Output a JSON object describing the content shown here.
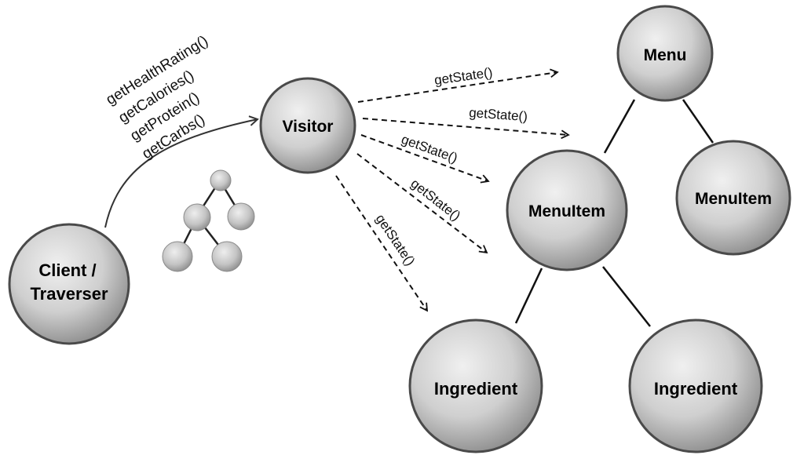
{
  "nodes": {
    "menu": "Menu",
    "menuitem_left": "MenuItem",
    "menuitem_right": "MenuItem",
    "visitor": "Visitor",
    "client_line1": "Client /",
    "client_line2": "Traverser",
    "ingredient_left": "Ingredient",
    "ingredient_right": "Ingredient"
  },
  "client_calls": {
    "call1": "getHealthRating()",
    "call2": "getCalories()",
    "call3": "getProtein()",
    "call4": "getCarbs()"
  },
  "visitor_calls": {
    "to_menu": "getState()",
    "to_menu_2": "getState()",
    "to_menuitem": "getState()",
    "to_menuitem_2": "getState()",
    "to_ingredient": "getState()"
  }
}
